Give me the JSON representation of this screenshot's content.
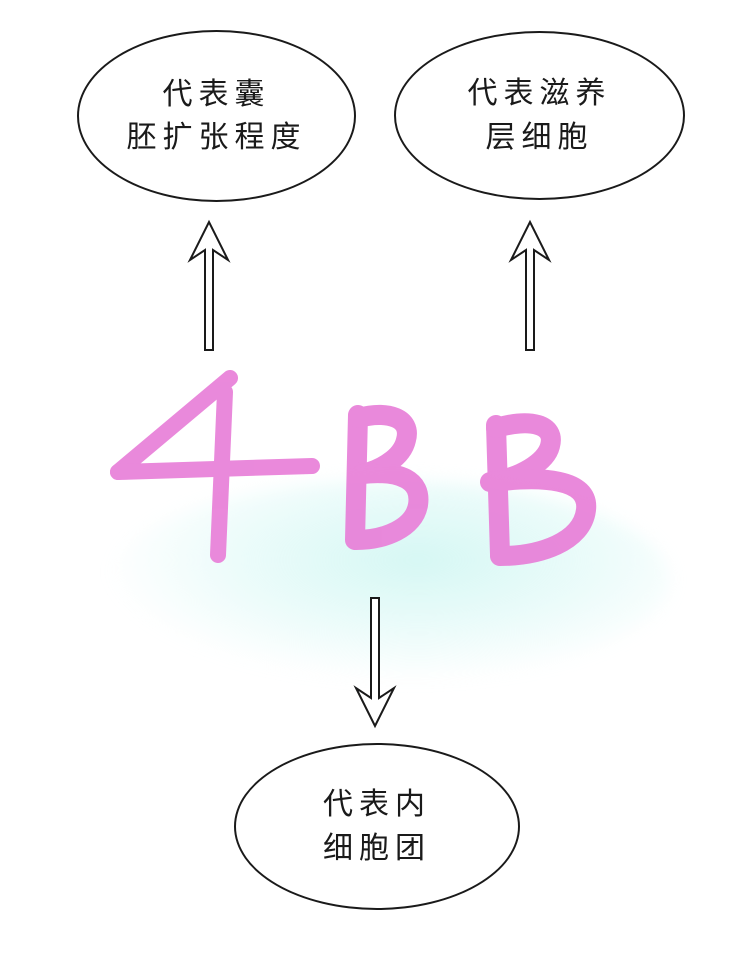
{
  "center_label": {
    "text": "4BB",
    "color": "#e87fd8"
  },
  "nodes": {
    "left": {
      "line1": "代表囊",
      "line2": "胚扩张程度"
    },
    "right": {
      "line1": "代表滋养",
      "line2": "层细胞"
    },
    "bottom": {
      "line1": "代表内",
      "line2": "细胞团"
    }
  },
  "arrows": [
    {
      "from": "4",
      "to": "left",
      "direction": "up"
    },
    {
      "from": "B (second char)",
      "to": "right",
      "direction": "up"
    },
    {
      "from": "B (first char)",
      "to": "bottom",
      "direction": "down"
    }
  ]
}
